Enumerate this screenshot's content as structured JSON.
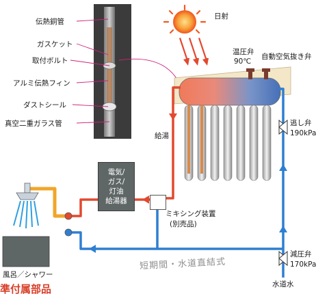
{
  "photo": {
    "labels": [
      "伝熱銅管",
      "ガスケット",
      "取付ボルト",
      "アルミ伝熱フィン",
      "ダストシール",
      "真空二重ガラス管"
    ]
  },
  "sun": {
    "label": "日射"
  },
  "valves": {
    "temp_valve": "温圧弁",
    "temp_value": "90℃",
    "air_vent": "自動空気抜き弁",
    "relief_valve": "逃し弁",
    "relief_value": "190kPa",
    "reducing_valve": "減圧弁",
    "reducing_value": "170kPa"
  },
  "pipes": {
    "hot_supply": "給湯",
    "city_water": "水道水"
  },
  "heater": {
    "lines": [
      "電気/",
      "ガス/",
      "灯油",
      "給湯器"
    ]
  },
  "mixer": {
    "name": "ミキシング装置",
    "note": "(別売品)"
  },
  "bath": {
    "label": "風呂／シャワー"
  },
  "handwritten_note": "短期間・水道直結式",
  "footer": {
    "title": "準付属部品"
  },
  "colors": {
    "hot_pipe": "#e2492f",
    "cold_pipe": "#2e7fd1",
    "mixed_pipe": "#f0a52a",
    "heater_box": "#5f6766",
    "sun": "#f5561f",
    "photo_frame": "#d0207a"
  }
}
